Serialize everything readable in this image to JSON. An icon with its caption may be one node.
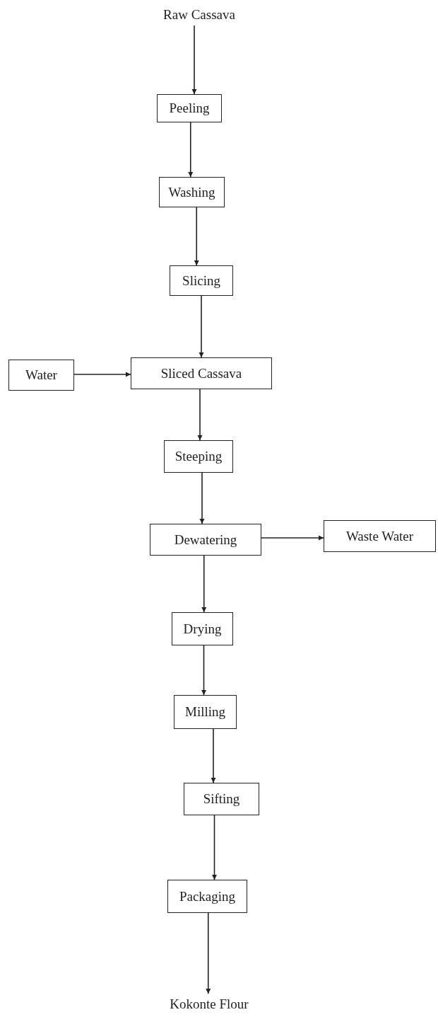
{
  "diagram": {
    "nodes": [
      {
        "text": [
          "Raw Cassava"
        ]
      },
      {
        "text": [
          "Peeling"
        ]
      },
      {
        "text": [
          "Washing"
        ]
      },
      {
        "text": [
          "Slicing"
        ]
      },
      {
        "text": [
          "Water"
        ]
      },
      {
        "text": [
          "Sliced Cassava"
        ]
      },
      {
        "text": [
          "Steeping"
        ]
      },
      {
        "text": [
          "Dewatering"
        ]
      },
      {
        "text": [
          "Waste Water"
        ]
      },
      {
        "text": [
          "Drying"
        ]
      },
      {
        "text": [
          "Milling"
        ]
      },
      {
        "text": [
          "Sifting"
        ]
      },
      {
        "text": [
          "Packaging"
        ]
      },
      {
        "text": [
          "Kokonte Flour"
        ]
      }
    ],
    "edges": [
      {
        "from": 0,
        "to": 1,
        "arrow": "to"
      },
      {
        "from": 1,
        "to": 2,
        "arrow": "to"
      },
      {
        "from": 2,
        "to": 3,
        "arrow": "to"
      },
      {
        "from": 3,
        "to": 5,
        "arrow": "to"
      },
      {
        "from": 4,
        "to": 5,
        "arrow": "to"
      },
      {
        "from": 5,
        "to": 6,
        "arrow": "to"
      },
      {
        "from": 6,
        "to": 7,
        "arrow": "to"
      },
      {
        "from": 7,
        "to": 8,
        "arrow": "to"
      },
      {
        "from": 7,
        "to": 9,
        "arrow": "to"
      },
      {
        "from": 9,
        "to": 10,
        "arrow": "to"
      },
      {
        "from": 10,
        "to": 11,
        "arrow": "to"
      },
      {
        "from": 11,
        "to": 12,
        "arrow": "to"
      },
      {
        "from": 12,
        "to": 13,
        "arrow": "to"
      }
    ]
  }
}
